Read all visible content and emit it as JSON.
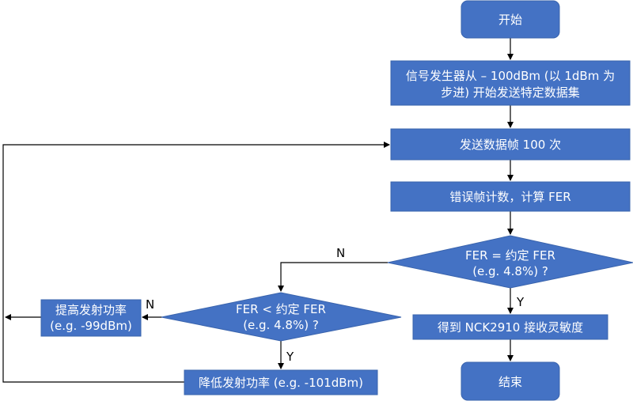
{
  "colors": {
    "node_fill": "#4472c4",
    "node_text": "#ffffff",
    "line": "#000000"
  },
  "nodes": {
    "start": "开始",
    "send_setup_line1": "信号发生器从 – 100dBm (以 1dBm 为",
    "send_setup_line2": "步进) 开始发送特定数据集",
    "send_frames": "发送数据帧 100 次",
    "count_errors": "错误帧计数，计算 FER",
    "decision_equal_line1": "FER = 约定 FER",
    "decision_equal_line2": "(e.g. 4.8%) ?",
    "result_sensitivity": "得到 NCK2910 接收灵敏度",
    "end": "结束",
    "decision_less_line1": "FER < 约定 FER",
    "decision_less_line2": "(e.g. 4.8%) ?",
    "increase_power_line1": "提高发射功率",
    "increase_power_line2": "(e.g. -99dBm)",
    "decrease_power": "降低发射功率 (e.g. -101dBm)"
  },
  "edge_labels": {
    "equal_no": "N",
    "equal_yes": "Y",
    "less_no": "N",
    "less_yes": "Y"
  }
}
